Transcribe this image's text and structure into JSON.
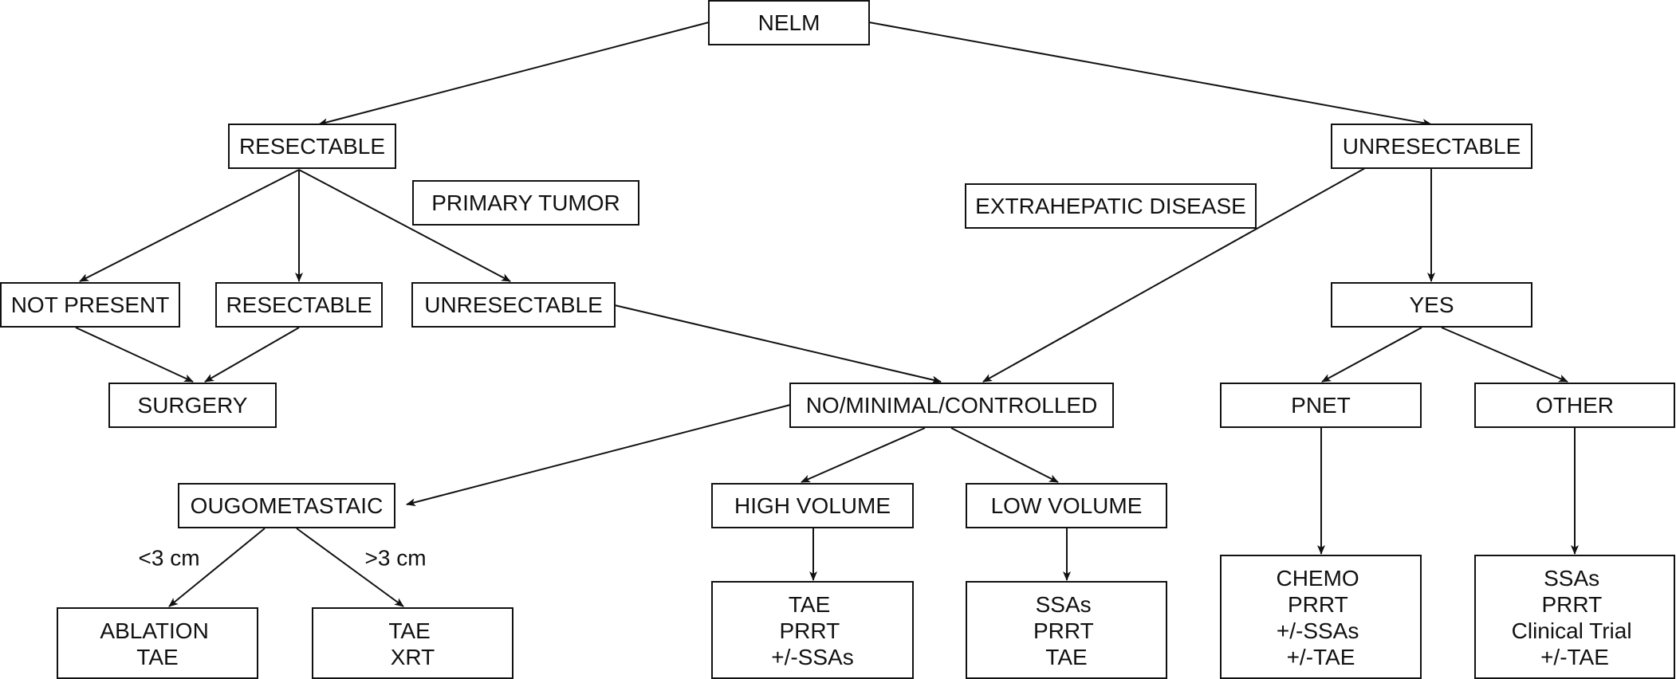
{
  "diagram": {
    "nodes": {
      "nelm": "NELM",
      "resectable_main": "RESECTABLE",
      "unresectable_main": "UNRESECTABLE",
      "primary_tumor": "PRIMARY TUMOR",
      "extrahepatic_disease": "EXTRAHEPATIC DISEASE",
      "not_present": "NOT PRESENT",
      "resectable_primary": "RESECTABLE",
      "unresectable_primary": "UNRESECTABLE",
      "yes": "YES",
      "surgery": "SURGERY",
      "no_minimal_controlled": "NO/MINIMAL/CONTROLLED",
      "pnet": "PNET",
      "other": "OTHER",
      "oligometastatic": "OUGOMETASTAIC",
      "high_volume": "HIGH VOLUME",
      "low_volume": "LOW VOLUME",
      "ablation_tae": [
        "ABLATION",
        "TAE"
      ],
      "tae_xrt": [
        "TAE",
        "XRT"
      ],
      "tae_prrt_ssas": [
        "TAE",
        "PRRT",
        "+/-SSAs"
      ],
      "ssas_prrt_tae": [
        "SSAs",
        "PRRT",
        "TAE"
      ],
      "chemo": [
        "CHEMO",
        "PRRT",
        "+/-SSAs",
        "+/-TAE"
      ],
      "ssas_trial": [
        "SSAs",
        "PRRT",
        "Clinical Trial",
        "+/-TAE"
      ]
    },
    "edge_labels": {
      "lt3": "<3 cm",
      "gt3": ">3 cm"
    }
  }
}
